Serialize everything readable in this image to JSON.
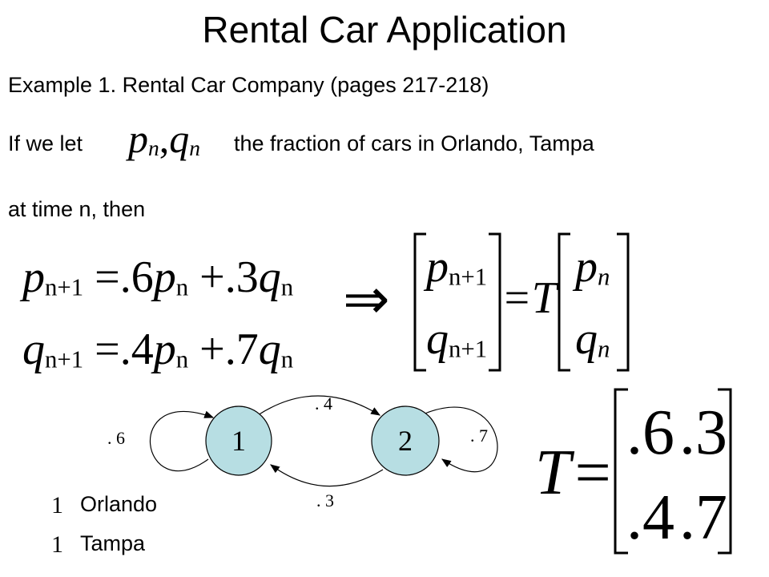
{
  "slide": {
    "title": "Rental Car Application",
    "example_line": "Example 1. Rental Car Company (pages 217-218)",
    "let_prefix": "If we let",
    "let_suffix": "the fraction of cars in Orlando, Tampa",
    "time_line": "at time n, then"
  },
  "math": {
    "pq_symbols": {
      "p": "p",
      "sub": "n",
      "comma": ",",
      "q": "q"
    },
    "eq1": {
      "lhs": "p",
      "lhs_sub": "n+1",
      "op": "=",
      "c1": ".6",
      "v1": "p",
      "v1_sub": "n",
      "plus": "+",
      "c2": ".3",
      "v2": "q",
      "v2_sub": "n"
    },
    "eq2": {
      "lhs": "q",
      "lhs_sub": "n+1",
      "op": "=",
      "c1": ".4",
      "v1": "p",
      "v1_sub": "n",
      "plus": "+",
      "c2": ".7",
      "v2": "q",
      "v2_sub": "n"
    },
    "implies": "⇒",
    "vector_next": {
      "top": "p",
      "top_sub": "n+1",
      "bottom": "q",
      "bottom_sub": "n+1"
    },
    "equals_T": "=T",
    "vector_now": {
      "top": "p",
      "top_sub": "n",
      "bottom": "q",
      "bottom_sub": "n"
    },
    "matrix_lhs": "T=",
    "matrix": [
      [
        ".6",
        ".3"
      ],
      [
        ".4",
        ".7"
      ]
    ]
  },
  "diagram": {
    "node1": "1",
    "node2": "2",
    "edge_1_2": ". 4",
    "edge_2_1": ". 3",
    "loop_1": ". 6",
    "loop_2": ". 7",
    "node_fill": "#b7dee3"
  },
  "legend": [
    {
      "num": "1",
      "label": "Orlando"
    },
    {
      "num": "1",
      "label": "Tampa"
    }
  ]
}
